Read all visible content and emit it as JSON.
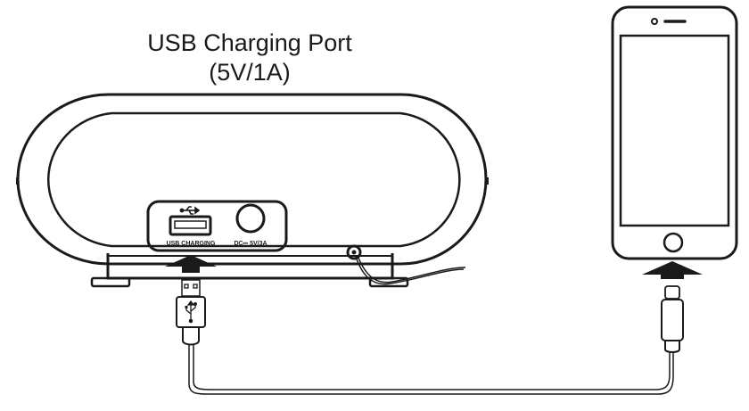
{
  "title": {
    "line1": "USB Charging Port",
    "line2": "(5V/1A)"
  },
  "device_panel": {
    "usb_label": "USB CHARGING",
    "dc_label": "DC⎓ 5V/3A"
  },
  "colors": {
    "stroke": "#1a1a1a",
    "background": "#ffffff"
  }
}
